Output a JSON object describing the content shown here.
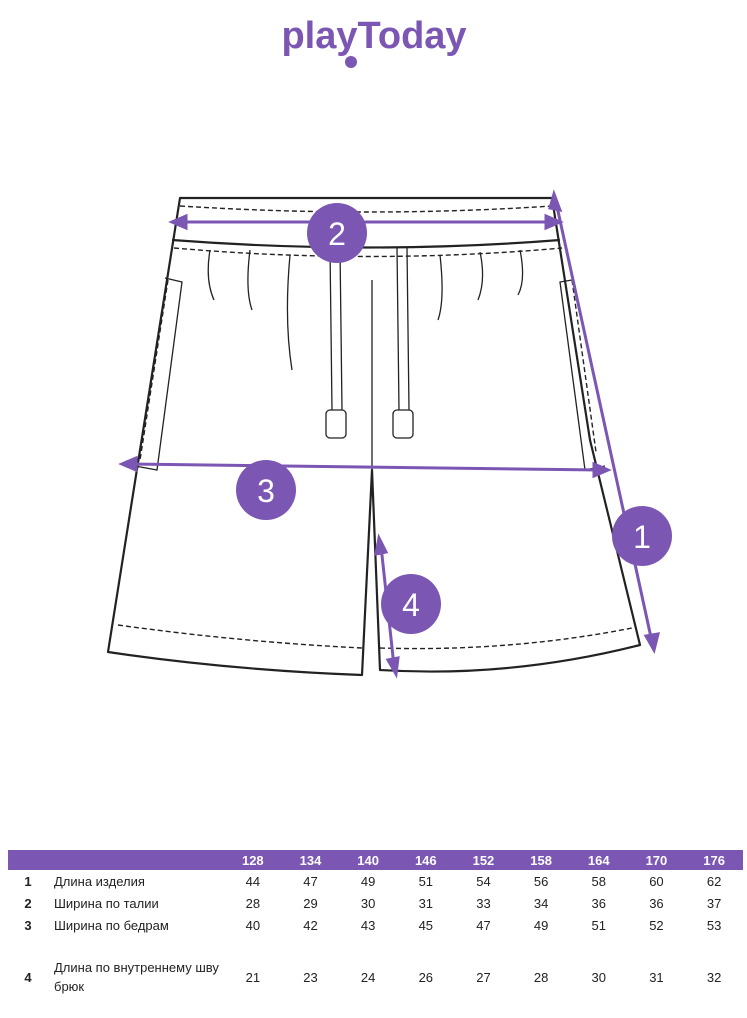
{
  "brand": {
    "name": "playToday",
    "color": "#7b56b3"
  },
  "markers": [
    {
      "id": "1",
      "meaning": "Длина изделия"
    },
    {
      "id": "2",
      "meaning": "Ширина по талии"
    },
    {
      "id": "3",
      "meaning": "Ширина по бедрам"
    },
    {
      "id": "4",
      "meaning": "Длина по внутреннему шву брюк"
    }
  ],
  "table": {
    "sizes": [
      "128",
      "134",
      "140",
      "146",
      "152",
      "158",
      "164",
      "170",
      "176"
    ],
    "rows": [
      {
        "num": "1",
        "label": "Длина изделия",
        "values": [
          "44",
          "47",
          "49",
          "51",
          "54",
          "56",
          "58",
          "60",
          "62"
        ]
      },
      {
        "num": "2",
        "label": "Ширина по талии",
        "values": [
          "28",
          "29",
          "30",
          "31",
          "33",
          "34",
          "36",
          "36",
          "37"
        ]
      },
      {
        "num": "3",
        "label": "Ширина по бедрам",
        "values": [
          "40",
          "42",
          "43",
          "45",
          "47",
          "49",
          "51",
          "52",
          "53"
        ]
      },
      {
        "num": "4",
        "label": "Длина по внутреннему шву брюк",
        "values": [
          "21",
          "23",
          "24",
          "26",
          "27",
          "28",
          "30",
          "31",
          "32"
        ]
      }
    ]
  }
}
